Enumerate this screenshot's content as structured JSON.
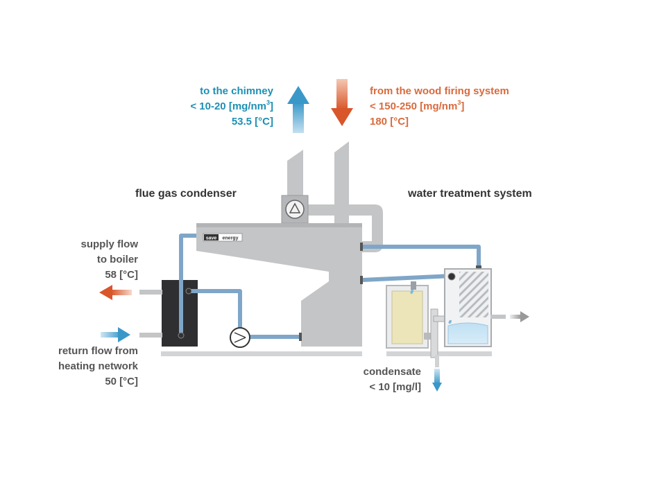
{
  "chimney": {
    "title": "to the chimney",
    "concentration": "< 10-20 [mg/nm",
    "concentration_sup": "3",
    "concentration_end": "]",
    "temperature": "53.5 [°C]"
  },
  "wood_firing": {
    "title": "from the wood firing system",
    "concentration": "< 150-250 [mg/nm",
    "concentration_sup": "3",
    "concentration_end": "]",
    "temperature": "180 [°C]"
  },
  "sections": {
    "condenser": "flue gas condenser",
    "water_treatment": "water treatment system"
  },
  "supply": {
    "line1": "supply flow",
    "line2": "to boiler",
    "temperature": "58 [°C]"
  },
  "return": {
    "line1": "return flow from",
    "line2": "heating network",
    "temperature": "50 [°C]"
  },
  "condensate": {
    "title": "condensate",
    "value": "< 10 [mg/l]"
  },
  "logo": {
    "left": "save",
    "right": "energy"
  },
  "colors": {
    "hot": "#d96a3c",
    "cold": "#1e8fb5",
    "pipe": "#7fa6c8",
    "equipment": "#c4c5c7"
  }
}
